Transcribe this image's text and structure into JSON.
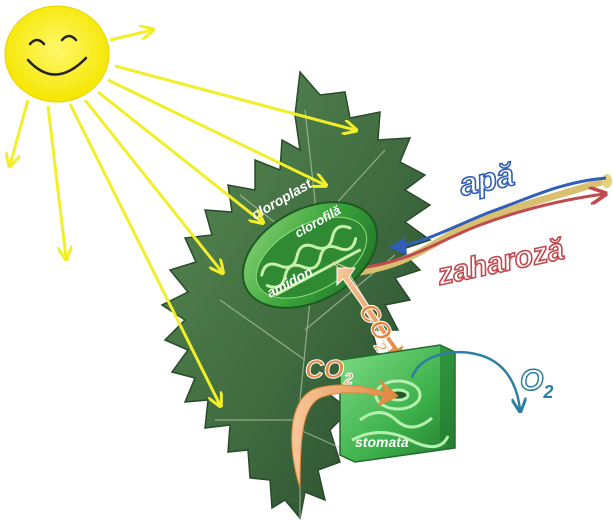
{
  "labels": {
    "cloroplast": "cloroplast",
    "clorofila": "clorofilă",
    "amidon": "amidon",
    "co2_main": "CO",
    "co2_main_sub": "2",
    "co2_stomata": "CO",
    "co2_stomata_sub": "2",
    "stomata": "stomata",
    "apa": "apă",
    "zaharoza": "zaharoză",
    "o2": "O",
    "o2_sub": "2"
  },
  "colors": {
    "sun": "#f5e600",
    "sun_rays": "#f2ef2a",
    "leaf": "#3f6b3f",
    "chloroplast": "#3aa43a",
    "stomata_box": "#3cb04a",
    "co2": "#e0873f",
    "apa": "#2f5fb8",
    "zaharoza": "#c04a4e",
    "o2": "#2c7fa0",
    "stem": "#d8c070"
  }
}
